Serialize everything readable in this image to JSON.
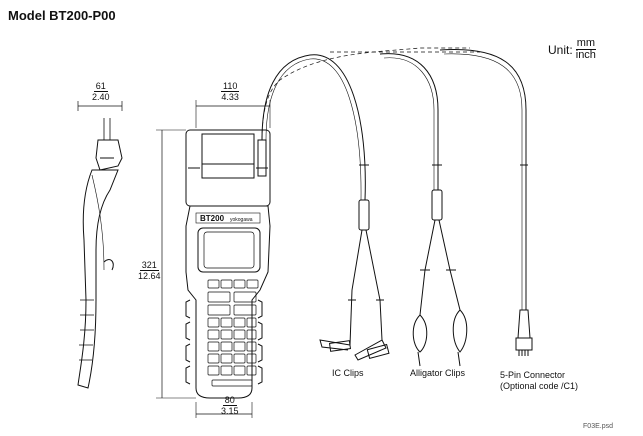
{
  "title": "Model BT200-P00",
  "unit": {
    "label": "Unit:",
    "numerator": "mm",
    "denominator": "inch"
  },
  "dimensions": {
    "depth": {
      "mm": "61",
      "inch": "2.40"
    },
    "width_top": {
      "mm": "110",
      "inch": "4.33"
    },
    "height": {
      "mm": "321",
      "inch": "12.64"
    },
    "width_bottom": {
      "mm": "80",
      "inch": "3.15"
    }
  },
  "device": {
    "brand_text": "BT200",
    "brand_sub": "yokogawa"
  },
  "cable_labels": {
    "ic_clips": "IC Clips",
    "alligator_clips": "Alligator Clips",
    "connector_line1": "5-Pin Connector",
    "connector_line2": "(Optional code /C1)"
  },
  "footer": "F03E.psd"
}
